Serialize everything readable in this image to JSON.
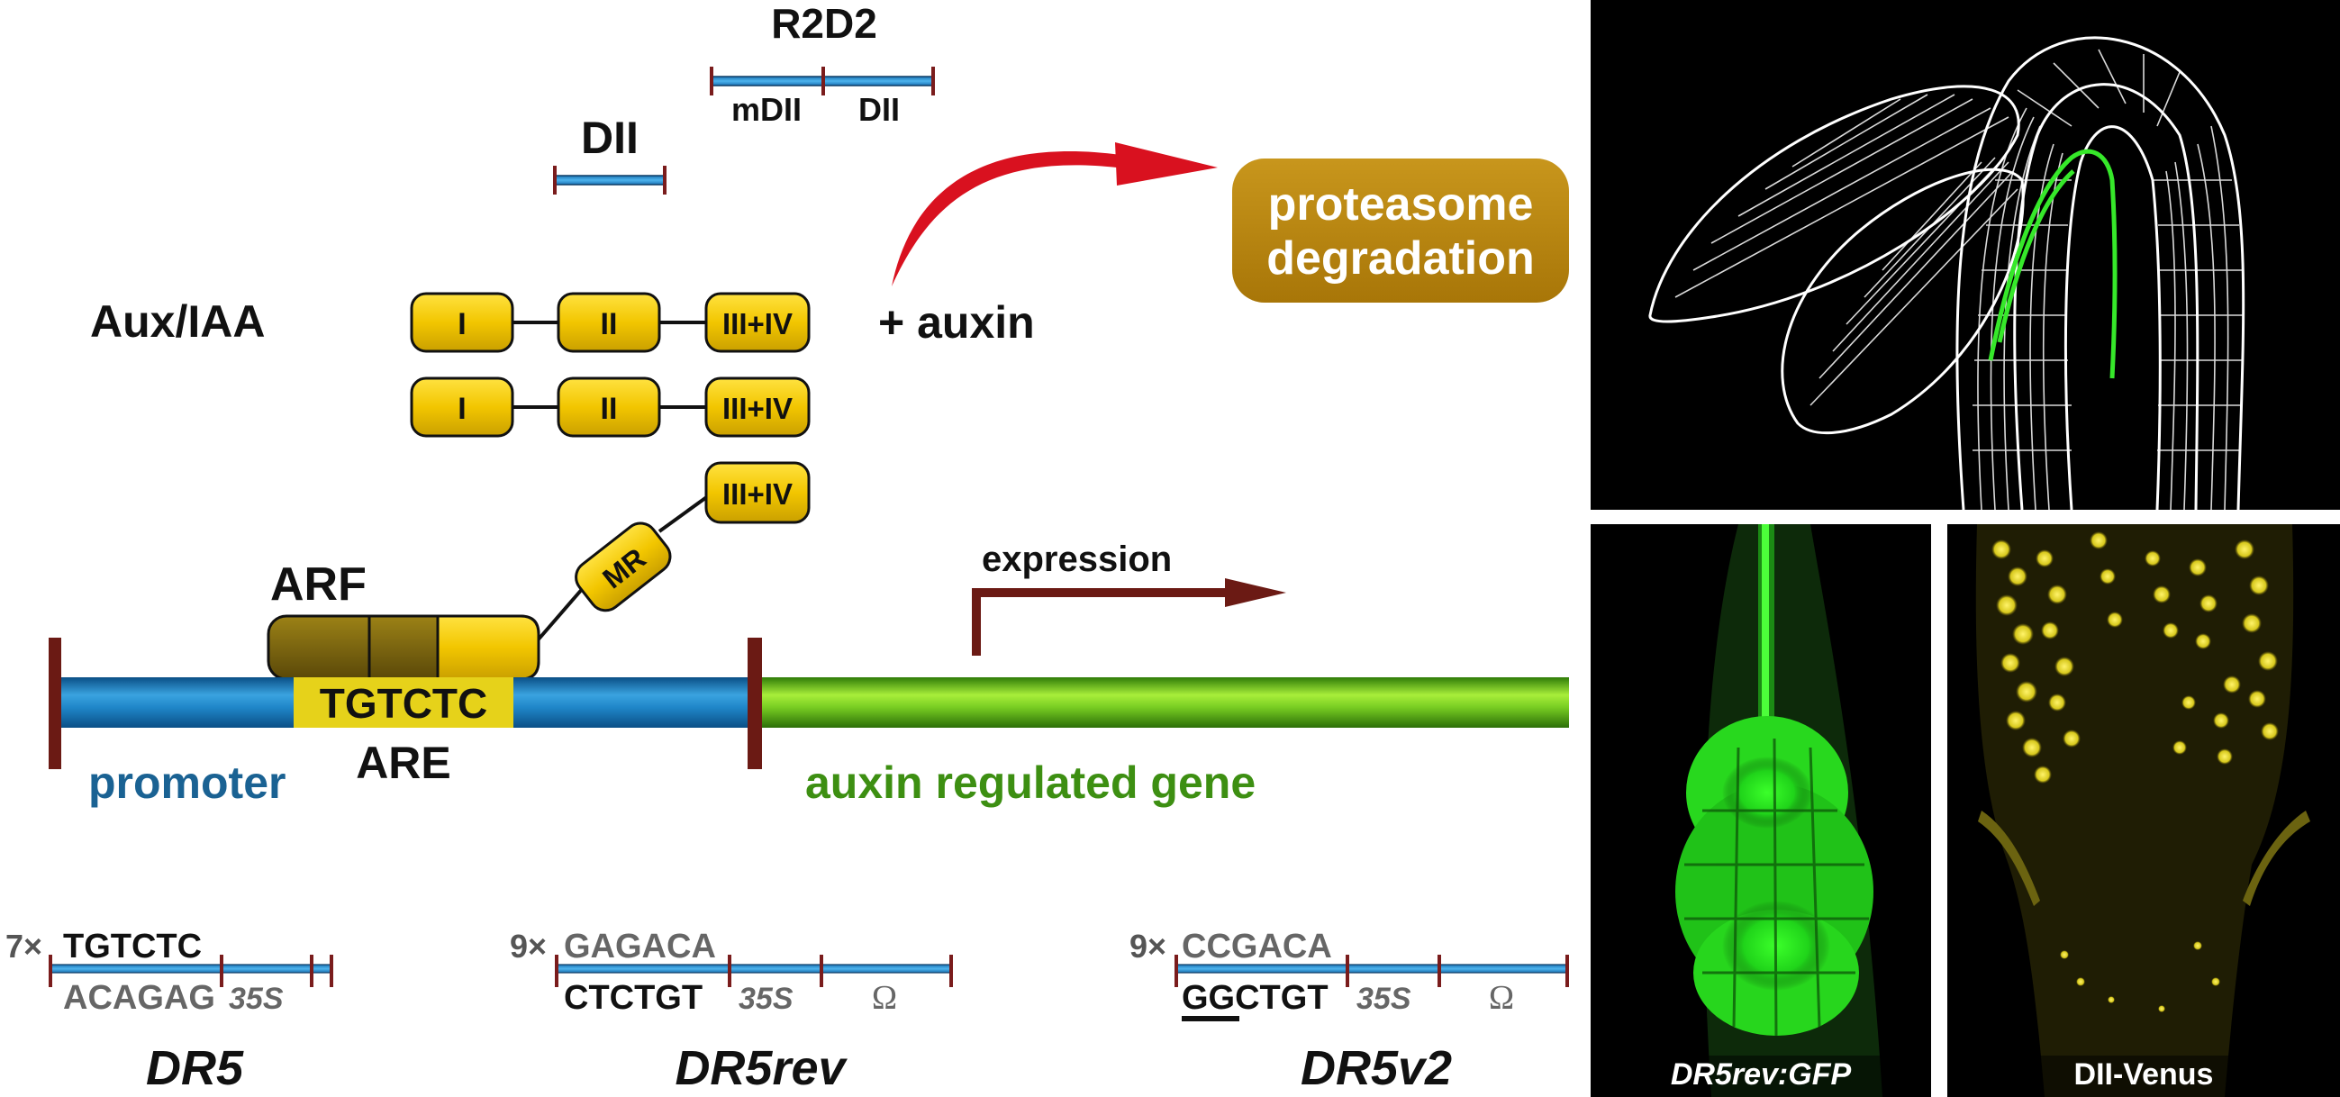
{
  "sensors": {
    "r2d2": {
      "title": "R2D2",
      "left_segment": "mDII",
      "right_segment": "DII"
    },
    "dii": {
      "title": "DII"
    }
  },
  "auxiaa": {
    "label": "Aux/IAA",
    "domain_I": "I",
    "domain_II": "II",
    "domain_III_IV": "III+IV",
    "plus_auxin": "+ auxin",
    "degradation": [
      "proteasome",
      "degradation"
    ]
  },
  "arf": {
    "label": "ARF",
    "mr": "MR",
    "are_seq": "TGTCTC",
    "are_label": "ARE"
  },
  "gene": {
    "promoter": "promoter",
    "gene_label": "auxin regulated gene",
    "expression": "expression"
  },
  "constructs": [
    {
      "name": "DR5",
      "multiplier": "7×",
      "top_seq": "TGTCTC",
      "bottom_seq": "ACAGAG",
      "s35": "35S"
    },
    {
      "name": "DR5rev",
      "multiplier": "9×",
      "top_seq": "GAGACA",
      "bottom_seq": "CTCTGT",
      "s35": "35S",
      "omega": "Ω"
    },
    {
      "name": "DR5v2",
      "multiplier": "9×",
      "top_seq": "CCGACA",
      "bottom_seq": "GGCTGT",
      "s35": "35S",
      "omega": "Ω"
    }
  ],
  "micrographs": {
    "left_caption": "DR5rev:GFP",
    "right_caption": "DII-Venus"
  },
  "colors": {
    "promoter_blue": "#1a6fa8",
    "gene_green": "#3d8f12",
    "domain_yellow": "#f0c400",
    "arf_brown": "#7a6410",
    "degradation_gold": "#b8860b",
    "arrow_red": "#d9111f",
    "expression_arrow": "#6b1a14",
    "gfp_green": "#22e01c",
    "venus_yellow": "#e8df2a"
  }
}
